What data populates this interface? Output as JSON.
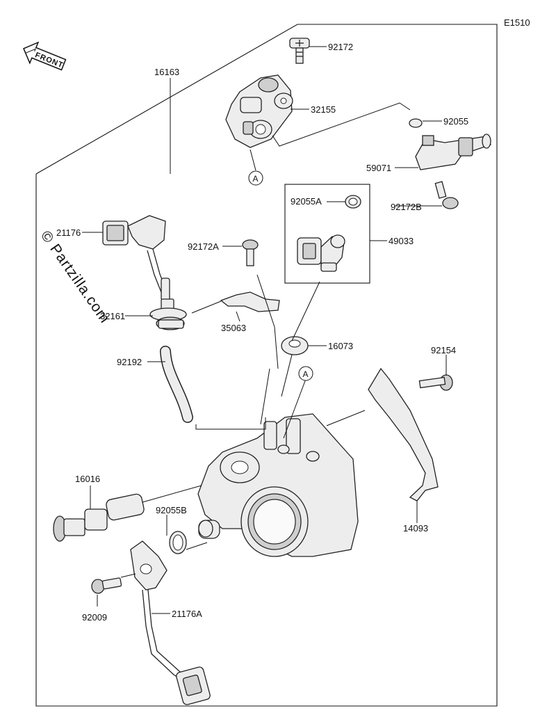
{
  "diagram_code": "E1510",
  "watermark": "© Partzilla.com",
  "front_label": "FRONT",
  "callouts": [
    "A",
    "A"
  ],
  "part_labels": {
    "p16163": "16163",
    "p92172": "92172",
    "p32155": "32155",
    "p92055": "92055",
    "p59071": "59071",
    "p92172B": "92172B",
    "p92055A": "92055A",
    "p49033": "49033",
    "p21176": "21176",
    "p92172A": "92172A",
    "p32161": "32161",
    "p35063": "35063",
    "p16073": "16073",
    "p92192": "92192",
    "p92154": "92154",
    "p16016": "16016",
    "p92055B": "92055B",
    "p14093": "14093",
    "p92009": "92009",
    "p21176A": "21176A"
  }
}
